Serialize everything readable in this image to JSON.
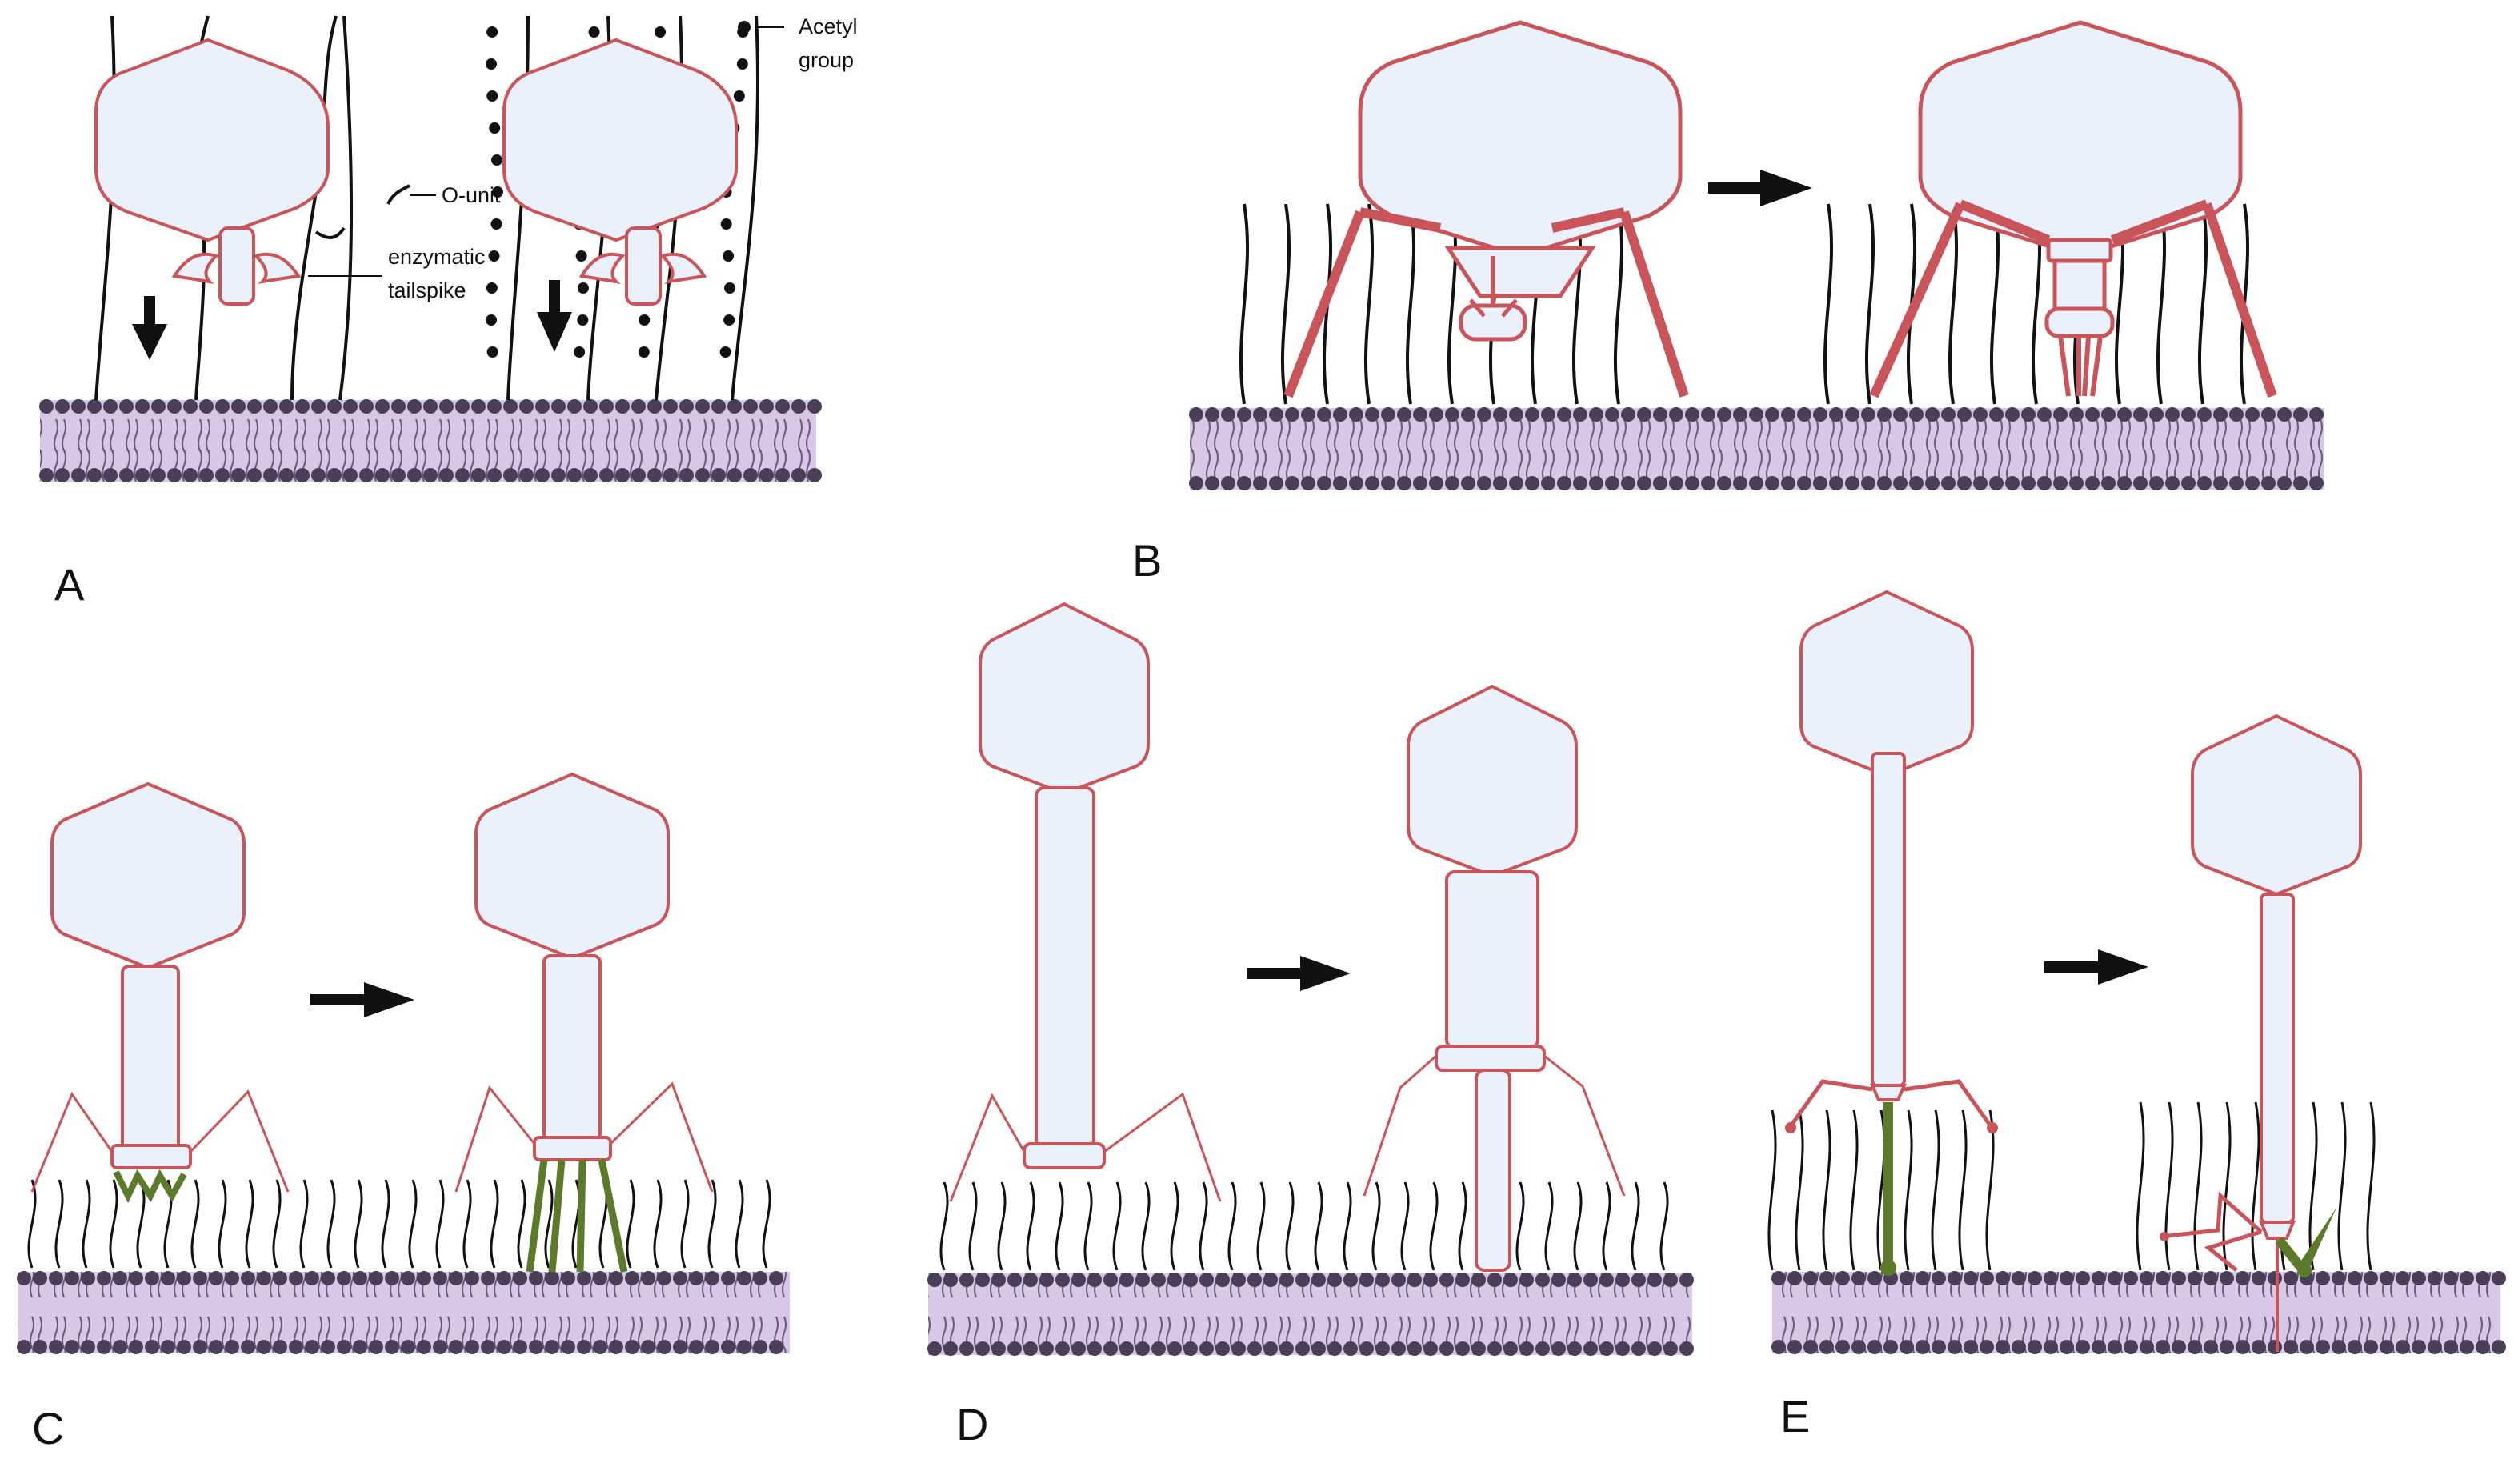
{
  "panels": {
    "a": {
      "letter": "A",
      "labels": {
        "o_unit": "O-unit",
        "enzymatic_tailspike_line1": "enzymatic",
        "enzymatic_tailspike_line2": "tailspike",
        "acetyl_line1": "Acetyl",
        "acetyl_line2": "group"
      }
    },
    "b": {
      "letter": "B"
    },
    "c": {
      "letter": "C"
    },
    "d": {
      "letter": "D"
    },
    "e": {
      "letter": "E"
    }
  },
  "colors": {
    "capsid_fill": "#eaf1fb",
    "phage_outline": "#c9545a",
    "membrane_fill": "#d8c8e6",
    "lipid_head": "#4a3f57",
    "lps_strand": "#111111",
    "fiber_green": "#5b7a2a",
    "arrow": "#111111"
  },
  "icons": [
    "phage-icon",
    "membrane-icon",
    "arrow-right-icon",
    "arrow-down-icon"
  ]
}
